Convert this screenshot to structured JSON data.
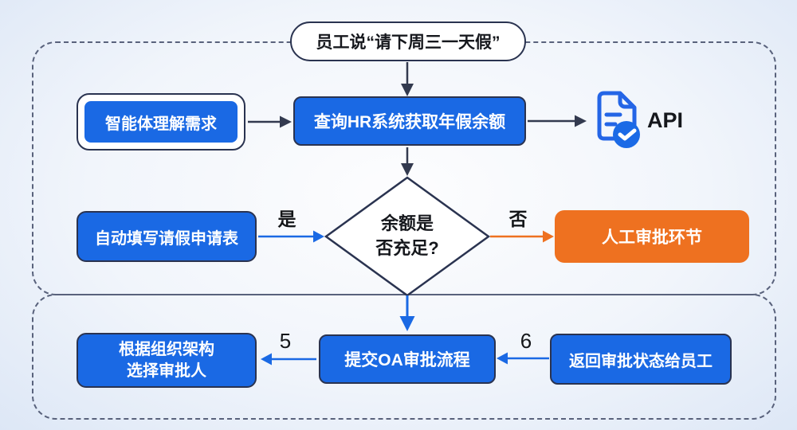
{
  "palette": {
    "node_blue": "#1a69e4",
    "node_orange": "#ee7120",
    "border_navy": "#2a3350",
    "arrow_navy": "#333a4f",
    "arrow_blue": "#1a69e4",
    "arrow_orange": "#ee7120",
    "dashed_container": "#59627c"
  },
  "nodes": {
    "start": {
      "label": "员工说“请下周三一天假”"
    },
    "agent": {
      "label": "智能体理解需求"
    },
    "query": {
      "label": "查询HR系统获取年假余额"
    },
    "api": {
      "label": "API"
    },
    "decision": {
      "line1": "余额是",
      "line2": "否充足?"
    },
    "autofill": {
      "label": "自动填写请假申请表"
    },
    "manual": {
      "label": "人工审批环节"
    },
    "select_approver": {
      "line1": "根据组织架构",
      "line2": "选择审批人"
    },
    "submit_oa": {
      "label": "提交OA审批流程"
    },
    "return_status": {
      "label": "返回审批状态给员工"
    }
  },
  "edge_labels": {
    "yes": "是",
    "no": "否",
    "step5": "5",
    "step6": "6"
  },
  "edges": [
    {
      "from": "start",
      "to": "query",
      "label": ""
    },
    {
      "from": "agent",
      "to": "query",
      "label": ""
    },
    {
      "from": "query",
      "to": "api",
      "label": ""
    },
    {
      "from": "query",
      "to": "decision",
      "label": ""
    },
    {
      "from": "autofill",
      "to": "decision",
      "label": "是"
    },
    {
      "from": "decision",
      "to": "manual",
      "label": "否"
    },
    {
      "from": "decision",
      "to": "submit_oa",
      "label": ""
    },
    {
      "from": "submit_oa",
      "to": "select_approver",
      "label": "5"
    },
    {
      "from": "return_status",
      "to": "submit_oa",
      "label": "6"
    }
  ],
  "icons": {
    "api_doc": "document-check-icon"
  }
}
